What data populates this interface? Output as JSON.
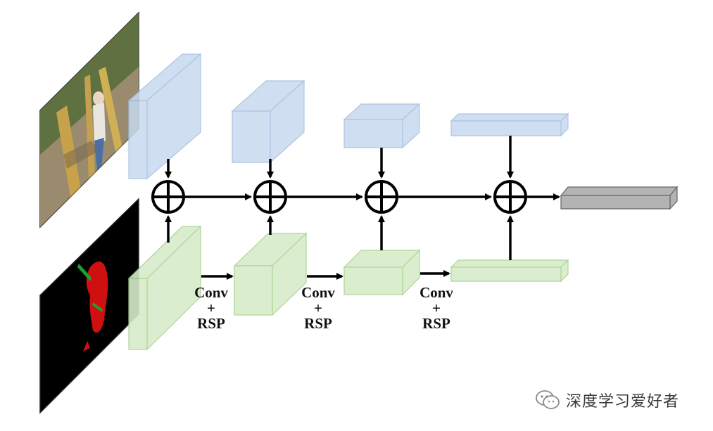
{
  "colors": {
    "rgb_feature": "#c7d9ee",
    "rgb_feature_edge": "#9fbde0",
    "depth_feature": "#d8ecca",
    "depth_feature_edge": "#a7d08c",
    "output_feature": "#b3b3b3",
    "output_feature_edge": "#666666",
    "arrow": "#000000",
    "depth_map_background": "#000000",
    "depth_map_foreground": "#d01010"
  },
  "nodes": {
    "rgb_input": {
      "icon": "rgb-photo-icon"
    },
    "depth_input": {
      "icon": "depth-map-icon"
    },
    "fusion_operator": {
      "symbol": "⊕",
      "count": 4
    }
  },
  "operations": [
    {
      "line1": "Conv",
      "line2": "+",
      "line3": "RSP"
    },
    {
      "line1": "Conv",
      "line2": "+",
      "line3": "RSP"
    },
    {
      "line1": "Conv",
      "line2": "+",
      "line3": "RSP"
    }
  ],
  "watermark": {
    "text": "深度学习爱好者",
    "icon": "wechat-icon"
  }
}
